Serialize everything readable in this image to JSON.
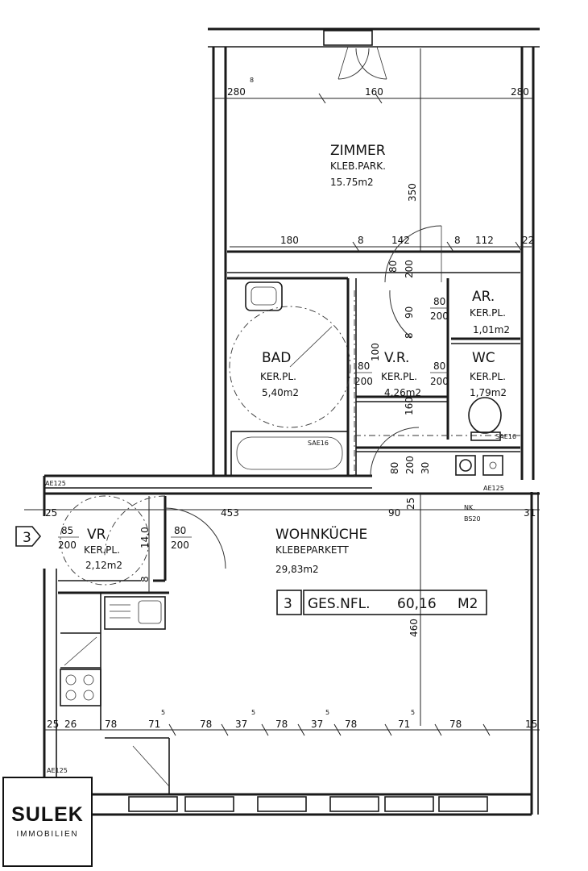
{
  "rooms": {
    "zimmer": {
      "name": "ZIMMER",
      "floor": "KLEB.PARK.",
      "area": "15.75m2"
    },
    "ar": {
      "name": "AR.",
      "floor": "KER.PL.",
      "area": "1,01m2"
    },
    "bad": {
      "name": "BAD",
      "floor": "KER.PL.",
      "area": "5,40m2"
    },
    "vr_mid": {
      "name": "V.R.",
      "floor": "KER.PL.",
      "area": "4,26m2"
    },
    "wc": {
      "name": "WC",
      "floor": "KER.PL.",
      "area": "1,79m2"
    },
    "vr_left": {
      "name": "VR",
      "floor": "KER.PL.",
      "area": "2,12m2"
    },
    "wohnkueche": {
      "name": "WOHNKÜCHE",
      "floor": "KLEBEPARKETT",
      "area": "29,83m2"
    }
  },
  "total": {
    "number": "3",
    "label": "GES.NFL.",
    "value": "60,16",
    "unit": "M2"
  },
  "entrance_marker": "3",
  "dimensions": {
    "top_left": "280",
    "top_left_sup": "8",
    "top_mid": "160",
    "top_right": "280",
    "zimmer_height": "350",
    "row2": [
      "180",
      "8",
      "142",
      "8",
      "112",
      "22"
    ],
    "door_80_200": [
      "80",
      "200"
    ],
    "ar_door": [
      "80",
      "200"
    ],
    "vr_door": [
      "80",
      "200"
    ],
    "wc_door": [
      "80",
      "200"
    ],
    "bad_door": [
      "80",
      "200"
    ],
    "vr_left_door": [
      "85",
      "200"
    ],
    "vr_left_door2": [
      "80",
      "200"
    ],
    "v90": "90",
    "v100": "100",
    "v160": "160",
    "v200": "200",
    "v8": "8",
    "v30": "30",
    "v140": "14,0",
    "row3": [
      "25",
      "453",
      "90",
      "25",
      "31"
    ],
    "v460": "460",
    "bottom": [
      "25",
      "26",
      "78",
      "71",
      "5",
      "78",
      "37",
      "5",
      "78",
      "37",
      "5",
      "78",
      "71",
      "5",
      "78",
      "15"
    ]
  },
  "annotations": {
    "ae_top": "AE125",
    "ae_right": "AE125",
    "ae_bottom": "AE125",
    "sae_left": "SAE16",
    "sae_right": "SAE16",
    "nk": "NK.",
    "bs": "BS20"
  },
  "logo": {
    "name": "SULEK",
    "subtitle": "IMMOBILIEN"
  }
}
